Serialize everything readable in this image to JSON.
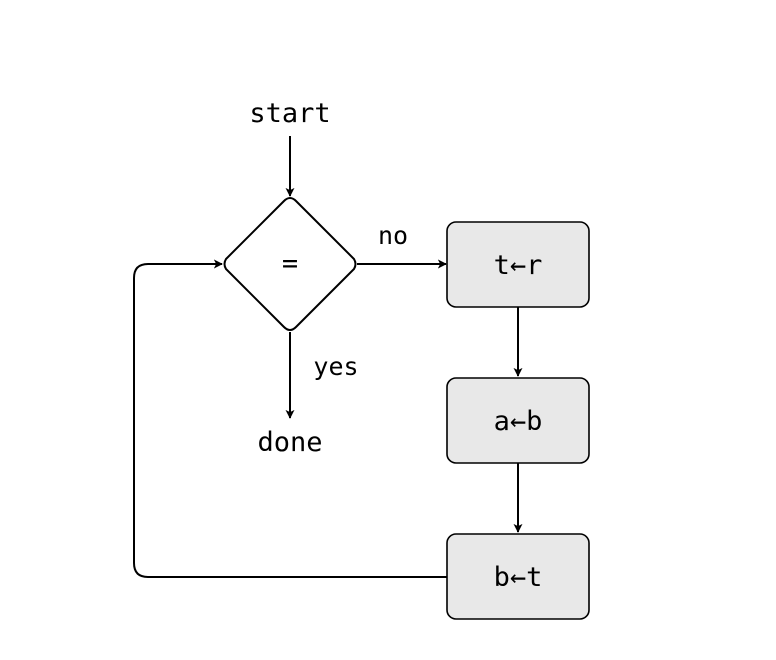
{
  "nodes": {
    "start": "start",
    "test": "=",
    "done": "done",
    "assign1": "t←r",
    "assign2": "a←b",
    "assign3": "b←t"
  },
  "edges": {
    "no": "no",
    "yes": "yes"
  }
}
